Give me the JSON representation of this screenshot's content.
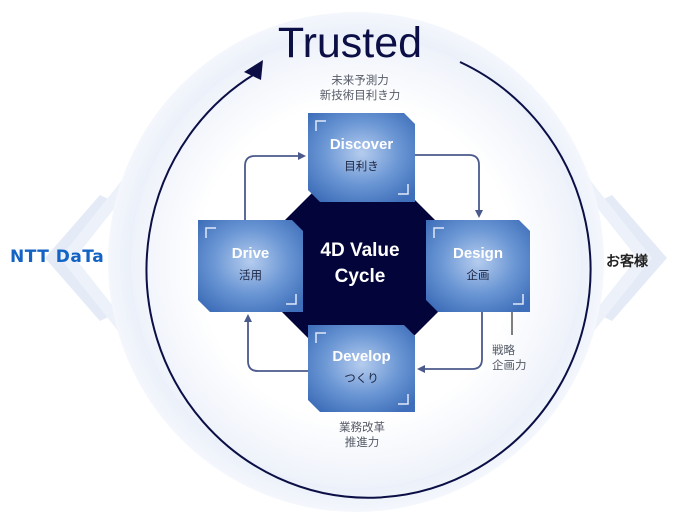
{
  "title": "Trusted",
  "left_entity": "NTT DaTa",
  "right_entity": "お客様",
  "center": {
    "line1": "4D Value",
    "line2": "Cycle"
  },
  "stages": [
    {
      "name": "Discover",
      "sub": "目利き",
      "note": [
        "未来予測力",
        "新技術目利き力"
      ]
    },
    {
      "name": "Design",
      "sub": "企画",
      "note": [
        "戦略",
        "企画力"
      ]
    },
    {
      "name": "Develop",
      "sub": "つくり",
      "note": [
        "業務改革",
        "推進力"
      ]
    },
    {
      "name": "Drive",
      "sub": "活用",
      "note": []
    }
  ],
  "colors": {
    "navy": "#02043a",
    "box_blue": "#4a7cc4",
    "box_light": "#a9c4ea",
    "arrow": "#4b5a8c",
    "ring": "#e6ecf8",
    "logo_blue": "#1263c4"
  }
}
